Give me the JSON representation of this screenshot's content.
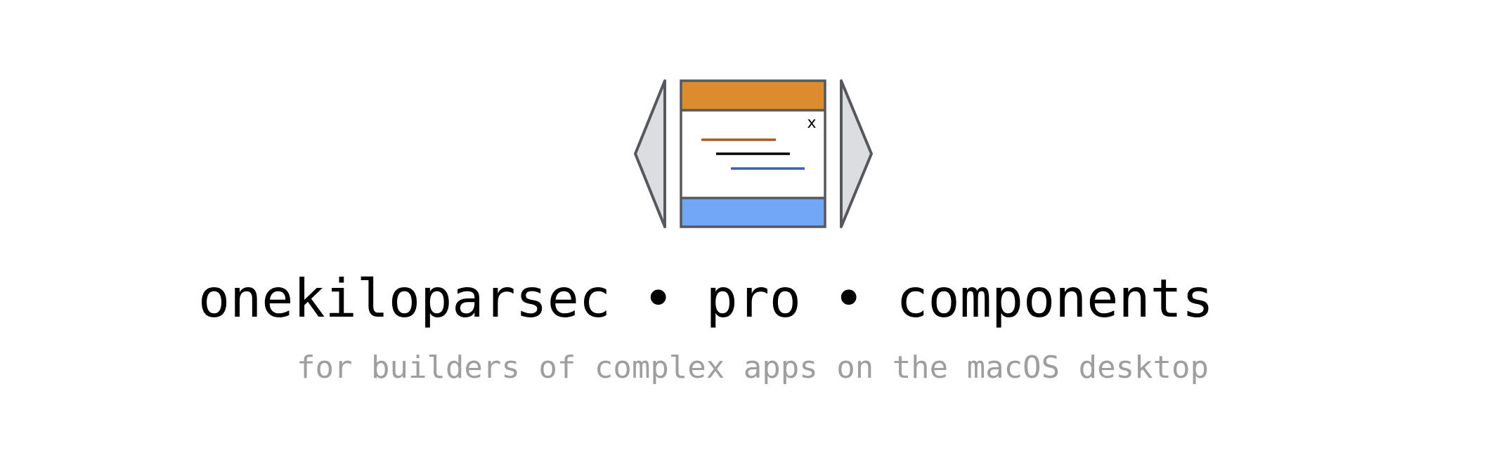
{
  "title": "onekiloparsec • pro • components",
  "subtitle": "for builders of complex apps on the macOS desktop",
  "logo": {
    "close_glyph": "x",
    "colors": {
      "title_bar": "#dc8c2f",
      "footer_bar": "#72a7f7",
      "frame_stroke": "#56585d",
      "side_panel_fill": "#dcdde0",
      "line_brown": "#a65c24",
      "line_black": "#000000",
      "line_blue": "#3e5fb9"
    }
  }
}
